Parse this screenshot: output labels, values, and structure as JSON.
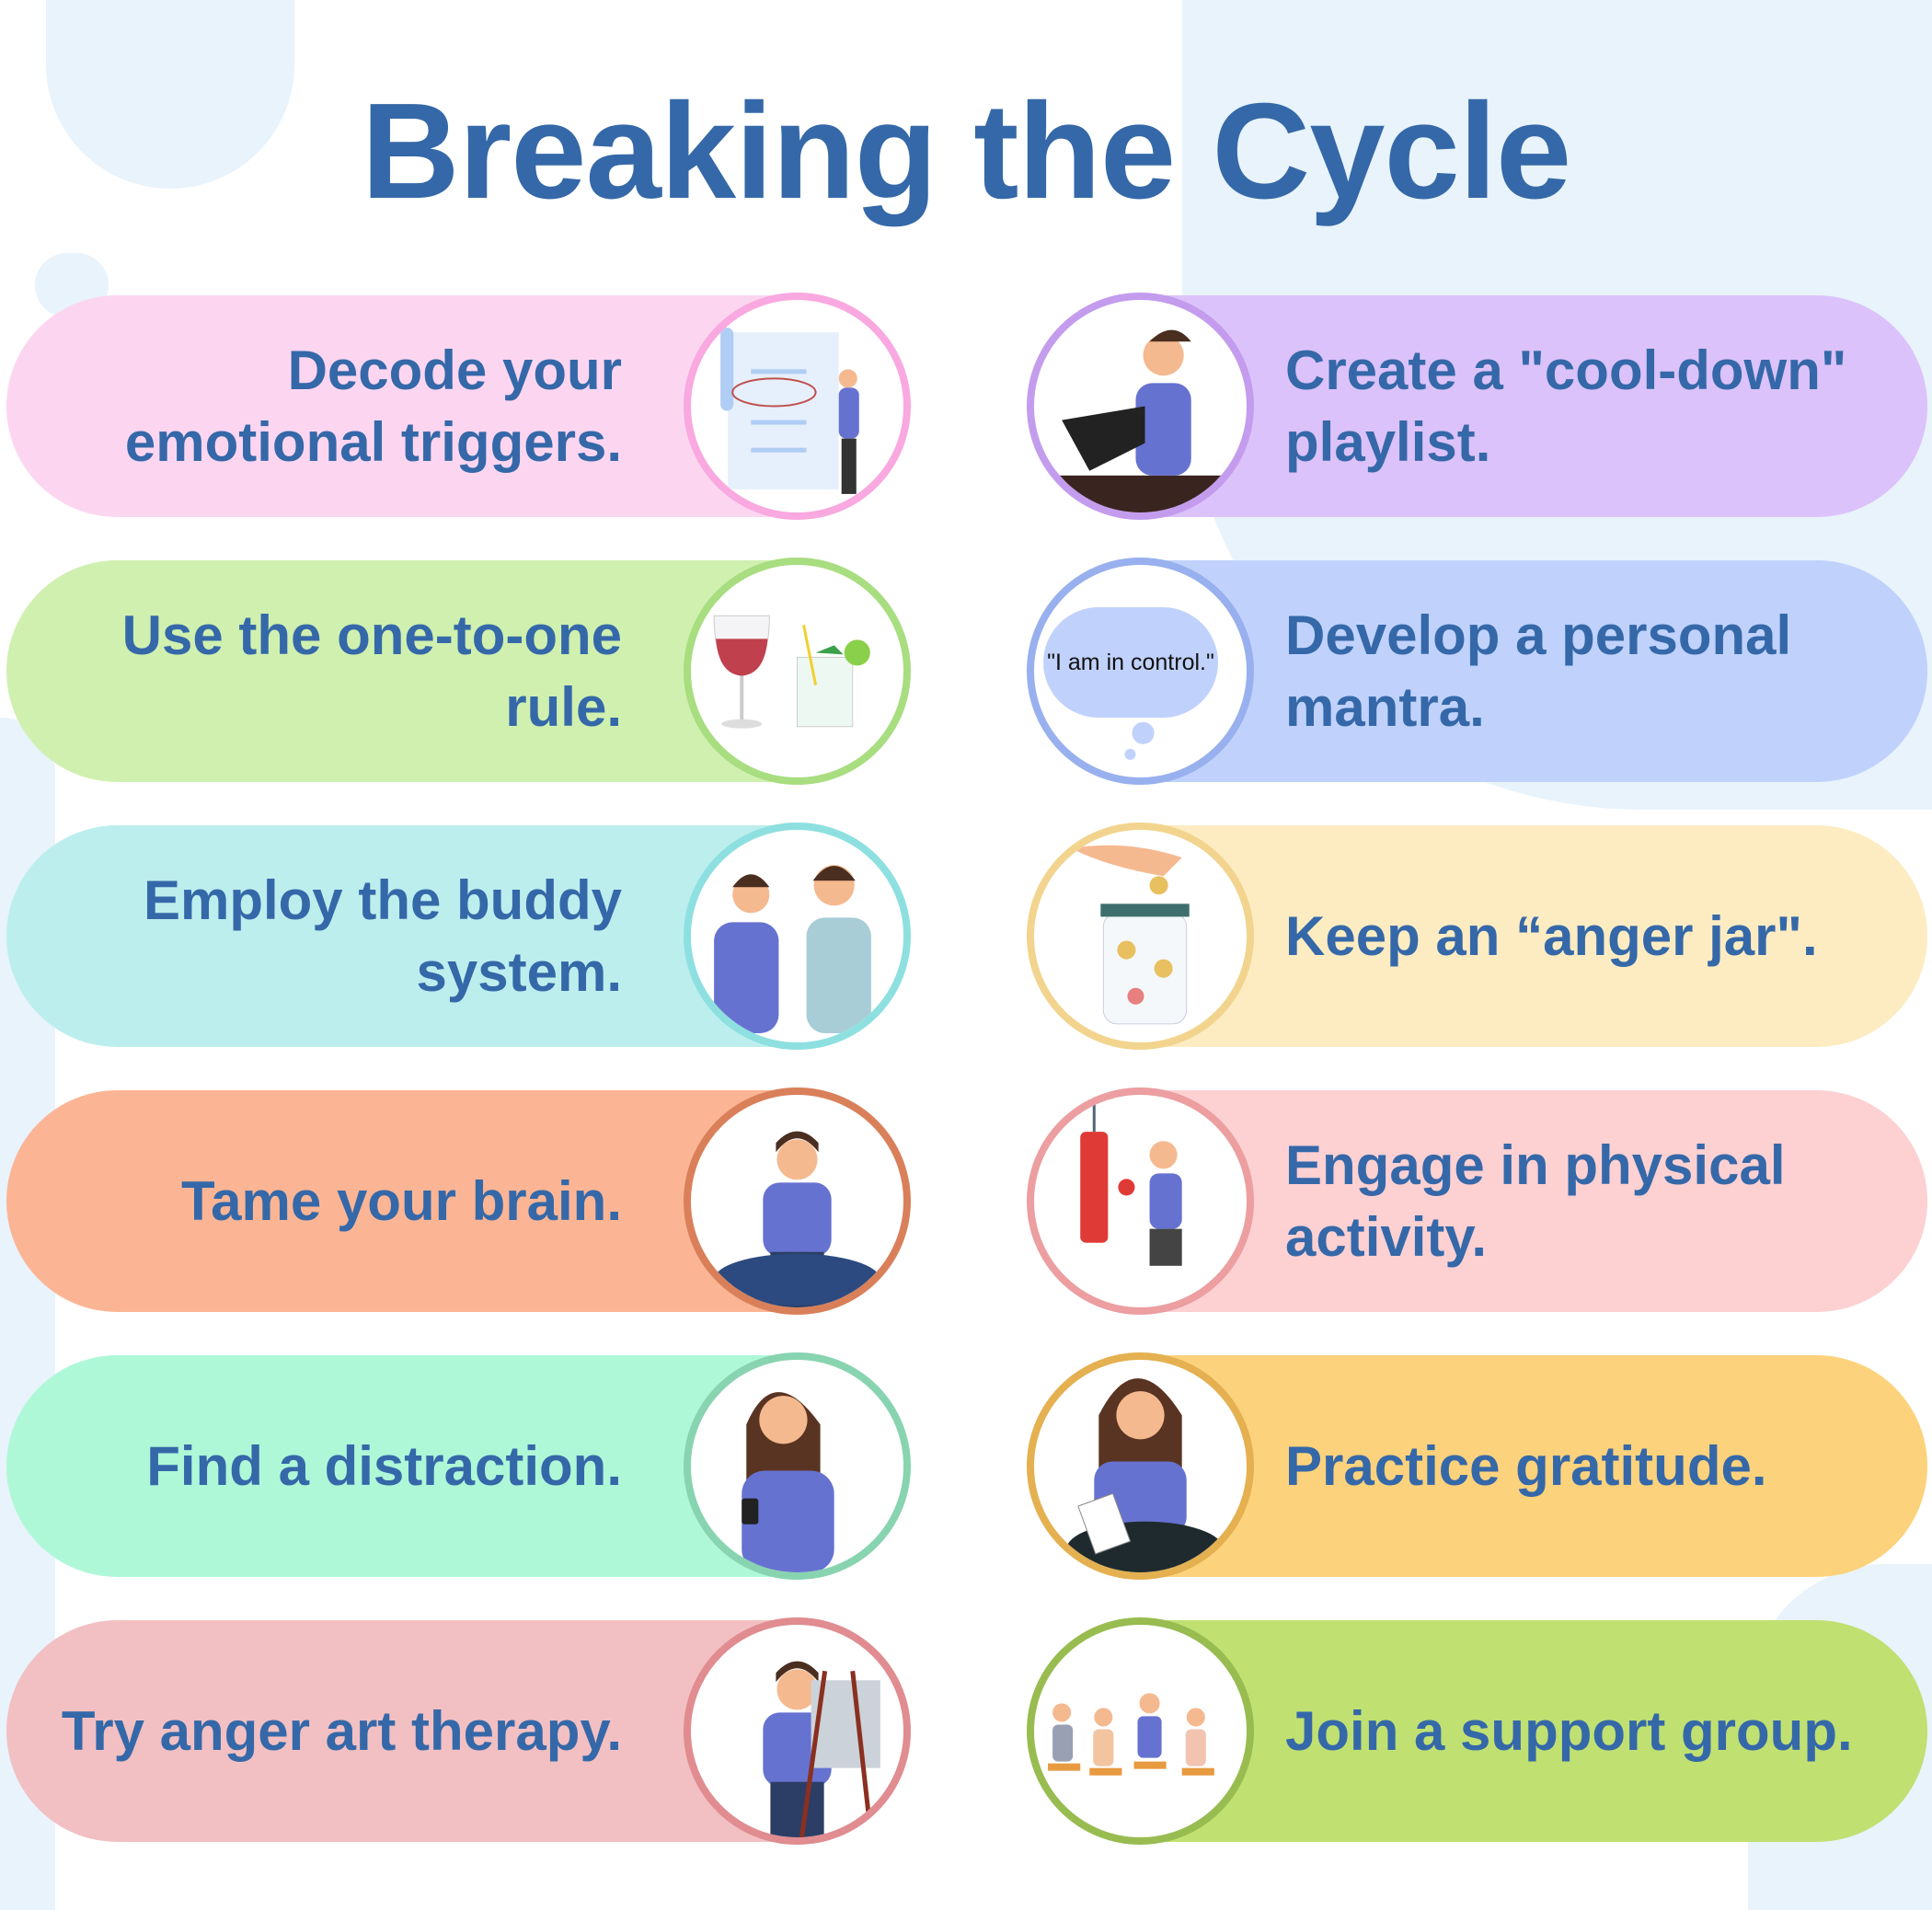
{
  "title": "Breaking the Cycle",
  "left": [
    {
      "text": "Decode your emotional triggers.",
      "icon": "checklist-presenter-icon",
      "bg": "#fcd6f0",
      "border": "#f9a8e0"
    },
    {
      "text": "Use the one-to-one rule.",
      "icon": "wine-and-water-icon",
      "bg": "#d0f0b0",
      "border": "#a8dd80"
    },
    {
      "text": "Employ the buddy system.",
      "icon": "two-friends-talking-icon",
      "bg": "#bdeeee",
      "border": "#8ee0e0"
    },
    {
      "text": "Tame your brain.",
      "icon": "meditating-person-icon",
      "bg": "#fbb595",
      "border": "#d9805a"
    },
    {
      "text": "Find a distraction.",
      "icon": "woman-with-phone-icon",
      "bg": "#aef8d8",
      "border": "#88d4b0"
    },
    {
      "text": "Try anger art therapy.",
      "icon": "painter-easel-icon",
      "bg": "#f2c0c2",
      "border": "#e08c90"
    }
  ],
  "right": [
    {
      "text": "Create a \"cool-down\" playlist.",
      "icon": "listening-music-icon",
      "bg": "#dcc2fa",
      "border": "#c49cee"
    },
    {
      "text": "Develop a personal mantra.",
      "icon": "thought-bubble-icon",
      "bg": "#c0d2fc",
      "border": "#98b0ee",
      "bubble": "\"I am in control.\""
    },
    {
      "text": "Keep an “anger jar\".",
      "icon": "coin-jar-icon",
      "bg": "#fdecc2",
      "border": "#f2d48e"
    },
    {
      "text": "Engage in physical activity.",
      "icon": "boxing-bag-icon",
      "bg": "#fdd0d2",
      "border": "#ec9ea0"
    },
    {
      "text": "Practice gratitude.",
      "icon": "journaling-woman-icon",
      "bg": "#fdd27c",
      "border": "#e4b050"
    },
    {
      "text": "Join a support group.",
      "icon": "group-circle-icon",
      "bg": "#c0e072",
      "border": "#98bc50"
    }
  ]
}
